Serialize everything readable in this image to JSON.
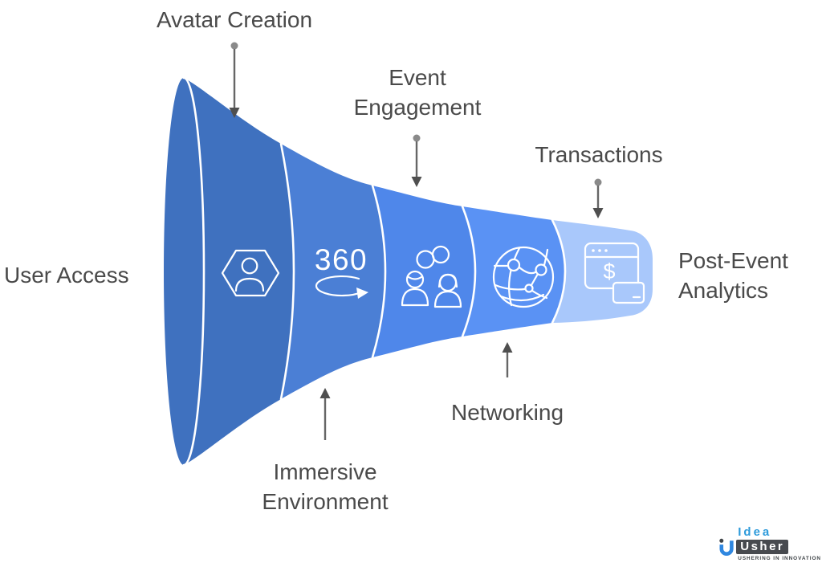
{
  "page": {
    "background": "#FFFFFF"
  },
  "diagram": {
    "type": "funnel",
    "orientation": "horizontal-horn",
    "stages": [
      {
        "label": "User Access",
        "label_position": "left"
      },
      {
        "label": "Avatar Creation",
        "label_position": "top",
        "icon": "avatar-in-hexagon-icon"
      },
      {
        "label": "Immersive Environment",
        "label_position": "bottom",
        "icon": "360-rotation-icon"
      },
      {
        "label": "Event Engagement",
        "label_position": "top",
        "icon": "attendees-link-icon"
      },
      {
        "label": "Networking",
        "label_position": "bottom",
        "icon": "globe-network-icon"
      },
      {
        "label": "Transactions",
        "label_position": "top",
        "icon": "browser-payment-card-icon"
      },
      {
        "label": "Post-Event Analytics",
        "label_position": "right"
      }
    ],
    "segment_colors": [
      "#3F71BF",
      "#4B7FD5",
      "#4F87EA",
      "#5A92F4",
      "#A9C8FB"
    ],
    "icon_glyphs": {
      "rotation_text": "360",
      "currency_symbol": "$"
    },
    "separator_color": "#FFFFFF",
    "label_color": "#4A4A4A",
    "arrow_color": "#666666"
  },
  "logo": {
    "brand_top": "Idea",
    "brand_bottom": "Usher",
    "tagline": "USHERING IN INNOVATION",
    "brand_blue": "#2E9BDB",
    "badge_background": "#474A4F",
    "dot_color": "#3E4347"
  }
}
